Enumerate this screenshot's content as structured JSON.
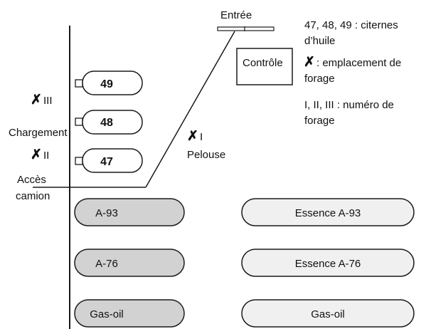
{
  "entrance": {
    "label": "Entrée"
  },
  "control": {
    "label": "Contrôle"
  },
  "legend": {
    "line1a": "47, 48, 49 : citernes",
    "line1b": "d’huile",
    "mark": "✗",
    "line2a": ": emplacement de",
    "line2b": "forage",
    "line3a": "I, II, III : numéro de",
    "line3b": "forage"
  },
  "oil_tanks": [
    {
      "label": "49"
    },
    {
      "label": "48"
    },
    {
      "label": "47"
    }
  ],
  "drill_sites": [
    {
      "label": "III"
    },
    {
      "label": "II"
    },
    {
      "label": "I"
    }
  ],
  "loading": {
    "label": "Chargement"
  },
  "truck_access": {
    "line1": "Accès",
    "line2": "camion"
  },
  "lawn": {
    "label": "Pelouse"
  },
  "left_tanks": [
    {
      "label": "A-93"
    },
    {
      "label": "A-76"
    },
    {
      "label": "Gas-oil"
    }
  ],
  "right_tanks": [
    {
      "label": "Essence A-93"
    },
    {
      "label": "Essence A-76"
    },
    {
      "label": "Gas-oil"
    }
  ],
  "colors": {
    "left_tank_fill": "#d2d2d2",
    "right_tank_fill": "#f0f0f0",
    "stroke": "#1a1a1a"
  }
}
